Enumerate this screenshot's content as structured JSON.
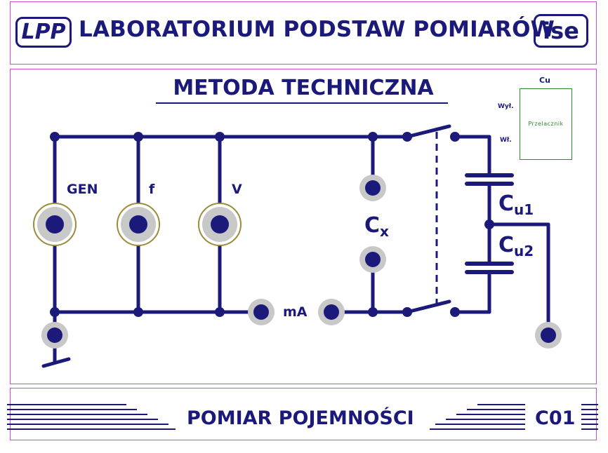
{
  "header": {
    "logo_left": "LPP",
    "title": "LABORATORIUM PODSTAW POMIARÓW",
    "logo_right": "ise"
  },
  "main": {
    "method_title": "METODA TECHNICZNA",
    "labels": {
      "gen": "GEN",
      "f": "f",
      "v": "V",
      "ma": "mA",
      "cx_main": "C",
      "cx_sub": "x",
      "cu1_main": "C",
      "cu1_sub": "u1",
      "cu2_main": "C",
      "cu2_sub": "u2"
    },
    "switch_panel": {
      "title": "Cu",
      "on_label": "Wył.",
      "off_label": "Wł.",
      "text": "Przelacznik"
    }
  },
  "footer": {
    "title": "POMIAR POJEMNOŚCI",
    "code": "C01"
  },
  "colors": {
    "wire": "#1b1a7a",
    "frame": "#d24bd2",
    "terminal_ring": "#c8c8c8",
    "instrument_ring": "#9a8c3a"
  }
}
